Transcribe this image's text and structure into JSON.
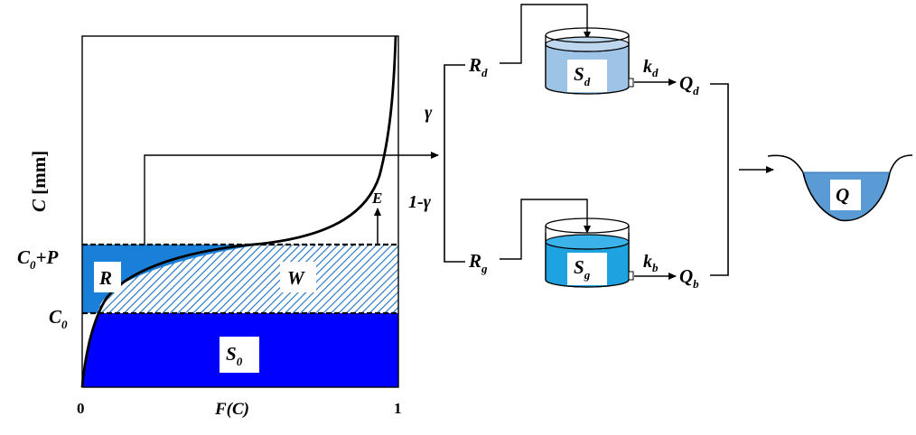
{
  "plot": {
    "y_axis_label_var": "C",
    "y_axis_label_unit": " [mm]",
    "x_axis_label": "F(C)",
    "tick_zero": "0",
    "tick_one": "1",
    "level_c0": {
      "main": "C",
      "sub": "0"
    },
    "level_c0p": {
      "main": "C",
      "sub": "0",
      "suffix": "+P"
    },
    "region_r": "R",
    "region_w": "W",
    "region_s0": {
      "main": "S",
      "sub": "0"
    },
    "evap": "E"
  },
  "routing": {
    "gamma": "γ",
    "one_minus_gamma": "1-γ",
    "rd": {
      "main": "R",
      "sub": "d"
    },
    "rg": {
      "main": "R",
      "sub": "g"
    }
  },
  "stores": {
    "sd": {
      "main": "S",
      "sub": "d"
    },
    "sg": {
      "main": "S",
      "sub": "g"
    },
    "kd": {
      "main": "k",
      "sub": "d"
    },
    "kb": {
      "main": "k",
      "sub": "b"
    },
    "qd": {
      "main": "Q",
      "sub": "d"
    },
    "qb": {
      "main": "Q",
      "sub": "b"
    }
  },
  "outlet": {
    "q": "Q"
  },
  "colors": {
    "s0_fill": "#0000ff",
    "r_fill": "#1a7fd9",
    "w_hatch": "#1a6fc4",
    "sd_water": "#9dc3e6",
    "sg_water": "#1fa3e0",
    "river_water": "#5b9bd5"
  }
}
